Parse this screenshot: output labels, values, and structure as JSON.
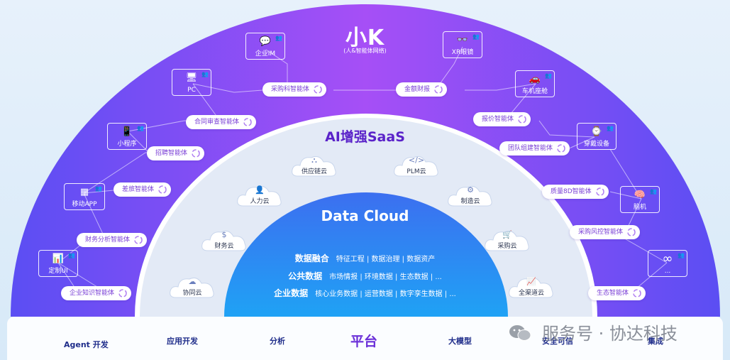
{
  "outer": {
    "title": "小K",
    "subtitle": "(人&智能体网络)",
    "devices": [
      {
        "label": "企业IM",
        "icon": "chat-icon",
        "glyph": "💬"
      },
      {
        "label": "XR眼镜",
        "icon": "glasses-icon",
        "glyph": "👓"
      },
      {
        "label": "PC",
        "icon": "monitor-icon",
        "glyph": "🖥"
      },
      {
        "label": "车机座舱",
        "icon": "car-icon",
        "glyph": "🚗"
      },
      {
        "label": "小程序",
        "icon": "phone-icon",
        "glyph": "📱"
      },
      {
        "label": "穿戴设备",
        "icon": "watch-icon",
        "glyph": "⌚"
      },
      {
        "label": "移动APP",
        "icon": "app-grid-icon",
        "glyph": "▦"
      },
      {
        "label": "脑机",
        "icon": "brain-icon",
        "glyph": "🧠"
      },
      {
        "label": "定制UI",
        "icon": "dashboard-icon",
        "glyph": "📊"
      },
      {
        "label": "...",
        "icon": "infinity-icon",
        "glyph": "∞"
      }
    ],
    "agents": [
      {
        "label": "采购科智能体"
      },
      {
        "label": "金额财报"
      },
      {
        "label": "合同审查智能体"
      },
      {
        "label": "报价智能体"
      },
      {
        "label": "招聘智能体"
      },
      {
        "label": "团队组建智能体"
      },
      {
        "label": "差旅智能体"
      },
      {
        "label": "质量8D智能体"
      },
      {
        "label": "财务分析智能体"
      },
      {
        "label": "采购风控智能体"
      },
      {
        "label": "企业知识智能体"
      },
      {
        "label": "生态智能体"
      }
    ]
  },
  "saas": {
    "title": "AI增强SaaS",
    "clouds": [
      {
        "label": "供应链云",
        "icon": "supply-chain-icon",
        "glyph": "⛬"
      },
      {
        "label": "PLM云",
        "icon": "code-icon",
        "glyph": "</>"
      },
      {
        "label": "人力云",
        "icon": "person-icon",
        "glyph": "👤"
      },
      {
        "label": "制造云",
        "icon": "gear-icon",
        "glyph": "⚙"
      },
      {
        "label": "财务云",
        "icon": "coin-icon",
        "glyph": "$"
      },
      {
        "label": "采购云",
        "icon": "cart-icon",
        "glyph": "🛒"
      },
      {
        "label": "协同云",
        "icon": "cloud-icon",
        "glyph": "☁"
      },
      {
        "label": "全渠道云",
        "icon": "chart-icon",
        "glyph": "📈"
      }
    ]
  },
  "data_cloud": {
    "title": "Data Cloud",
    "rows": [
      {
        "key": "数据融合",
        "value": "特征工程 | 数据治理 | 数据资产"
      },
      {
        "key": "公共数据",
        "value": "市场情报 | 环境数据 | 生态数据 | ..."
      },
      {
        "key": "企业数据",
        "value": "核心业务数据 | 运营数据 | 数字孪生数据 | ..."
      }
    ]
  },
  "platform_bar": {
    "items": [
      {
        "label": "Agent 开发"
      },
      {
        "label": "应用开发"
      },
      {
        "label": "分析"
      },
      {
        "label": "平台"
      },
      {
        "label": "大模型"
      },
      {
        "label": "安全可信"
      },
      {
        "label": "集成"
      }
    ]
  },
  "watermark": {
    "text": "服务号 · 协达科技"
  },
  "colors": {
    "outer_arc": "#8a4cf0",
    "saas_band": "#e2e9f5",
    "data_core": "#2a7ef2",
    "platform_accent": "#6a2fd8"
  }
}
